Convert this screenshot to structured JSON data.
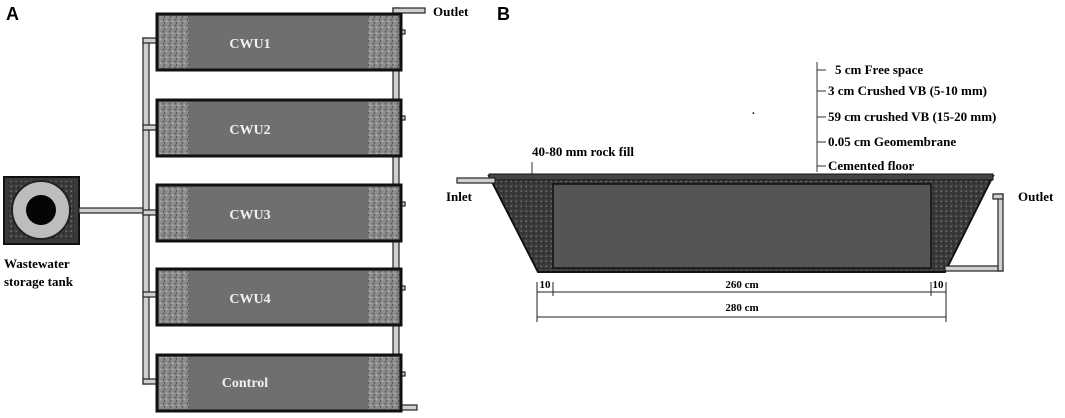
{
  "panel_a": {
    "letter": "A",
    "outlet": "Outlet",
    "tank_label_line1": "Wastewater",
    "tank_label_line2": "storage tank",
    "units": [
      "CWU1",
      "CWU2",
      "CWU3",
      "CWU4",
      "Control"
    ]
  },
  "panel_b": {
    "letter": "B",
    "inlet": "Inlet",
    "outlet": "Outlet",
    "rock_fill": "40-80 mm rock fill",
    "layers": [
      "5 cm Free space",
      "3 cm Crushed VB (5-10 mm)",
      "59 cm crushed VB (15-20 mm)",
      "0.05 cm Geomembrane",
      "Cemented floor"
    ],
    "dim_left": "10",
    "dim_middle": "260 cm",
    "dim_right": "10",
    "dim_total": "280 cm"
  },
  "colors": {
    "unit_fill": "#6f6f6f",
    "gravel": "#8a8a8a",
    "pipe": "#cfcfcf",
    "basin_fill": "#555555",
    "dark": "#151515"
  }
}
